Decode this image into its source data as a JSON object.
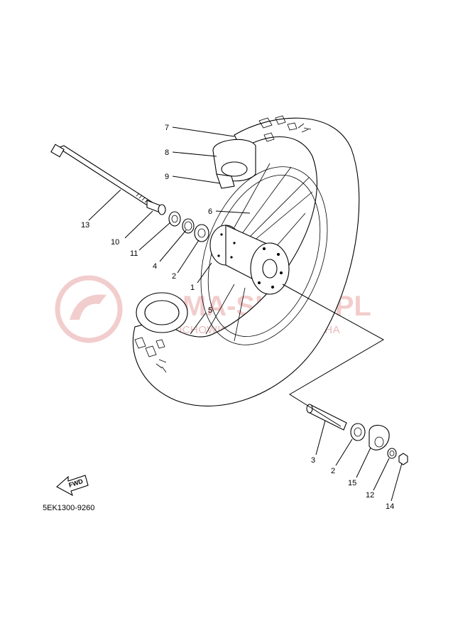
{
  "diagram": {
    "code": "5EK1300-9260",
    "fwd_label": "FWD",
    "callouts": [
      {
        "id": "c7",
        "label": "7"
      },
      {
        "id": "c8",
        "label": "8"
      },
      {
        "id": "c9",
        "label": "9"
      },
      {
        "id": "c6",
        "label": "6"
      },
      {
        "id": "c13",
        "label": "13"
      },
      {
        "id": "c10",
        "label": "10"
      },
      {
        "id": "c11",
        "label": "11"
      },
      {
        "id": "c4",
        "label": "4"
      },
      {
        "id": "c2a",
        "label": "2"
      },
      {
        "id": "c1",
        "label": "1"
      },
      {
        "id": "c5",
        "label": "5"
      },
      {
        "id": "c3",
        "label": "3"
      },
      {
        "id": "c2b",
        "label": "2"
      },
      {
        "id": "c15",
        "label": "15"
      },
      {
        "id": "c12",
        "label": "12"
      },
      {
        "id": "c14",
        "label": "14"
      }
    ]
  },
  "watermark": {
    "title": "YAMA-SKLEP.PL",
    "subtitle": "MOTOCHOWICE | DEALER YAMAHA"
  },
  "colors": {
    "watermark": "#e8a4a4",
    "line": "#000000"
  }
}
